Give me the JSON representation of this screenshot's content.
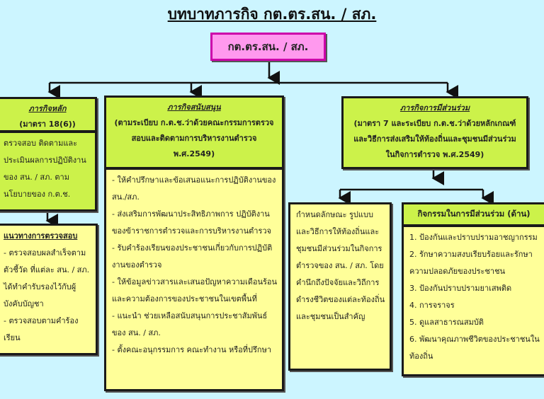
{
  "title": "บทบาทภารกิจ กต.ตร.สน. / สภ.",
  "top_box": "กต.ตร.สน. / สภ.",
  "main_mission": {
    "heading": "ภารกิจหลัก",
    "subheading": "(มาตรา 18(6))",
    "body": "ตรวจสอบ ติดตามและประเมินผลการปฏิบัติงานของ สน. / สภ.   ตามนโยบายของ ก.ต.ช.",
    "guideline_heading": "แนวทางการตรวจสอบ",
    "guidelines": [
      "- ตรวจสอบผลสำเร็จตามตัวชี้วัด ที่แต่ละ สน. / สภ. ได้ทำคำรับรองไว้กับผู้บังคับบัญชา",
      "- ตรวจสอบตามคำร้องเรียน"
    ]
  },
  "support_mission": {
    "heading": "ภารกิจสนับสนุน",
    "subheading": "(ตามระเบียบ ก.ต.ช.ว่าด้วยคณะกรรมการตรวจสอบและติดตามการบริหารงานตำรวจ พ.ศ.2549)",
    "items": [
      "- ให้คำปรึกษาและข้อเสนอแนะการปฏิบัติงานของ สน./สภ.",
      "- ส่งเสริมการพัฒนาประสิทธิภาพการ ปฏิบัติงานของข้าราชการตำรวจและการบริหารงานตำรวจ",
      "- รับคำร้องเรียนของประชาชนเกี่ยวกับการปฏิบัติงานของตำรวจ",
      "- ให้ข้อมูลข่าวสารและเสนอปัญหาความเดือนร้อนและความต้องการของประชาชนในเขตพื้นที่",
      "- แนะนำ ช่วยเหลือสนับสนุนการประชาสัมพันธ์ของ สน. / สภ.",
      "- ตั้งคณะอนุกรรมการ คณะทำงาน หรือที่ปรึกษา"
    ]
  },
  "participation_mission": {
    "heading": "ภารกิจการมีส่วนร่วม",
    "subheading": "(มาตรา 7 และระเบียบ ก.ต.ช.ว่าด้วยหลักเกณฑ์และวิธีการส่งเสริมให้ท้องถิ่นและชุมชนมีส่วนร่วมในกิจการตำรวจ พ.ศ.2549)",
    "characteristics": "กำหนดลักษณะ รูปแบบและวิธีการให้ท้องถิ่นและชุมชนมีส่วนร่วมในกิจการตำรวจของ สน. / สภ. โดยคำนึกถึงปัจจัยและวิถีการดำรงชีวิตของแต่ละท้องถิ่นและชุมชนเป็นสำคัญ",
    "activities_heading": "กิจกรรมในการมีส่วนร่วม (ด้าน)",
    "activities": [
      "1. ป้องกันและปราบปรามอาชญากรรม",
      "2. รักษาความสงบเรียบร้อยและรักษาความปลอดภัยของประชาชน",
      "3. ป้องกันปราบปรามยาเสพติด",
      "4. การจราจร",
      "5. ดูแลสาธารณสมบัติ",
      "6. พัฒนาคุณภาพชีวิตของประชาชนในท้องถิ่น"
    ]
  }
}
